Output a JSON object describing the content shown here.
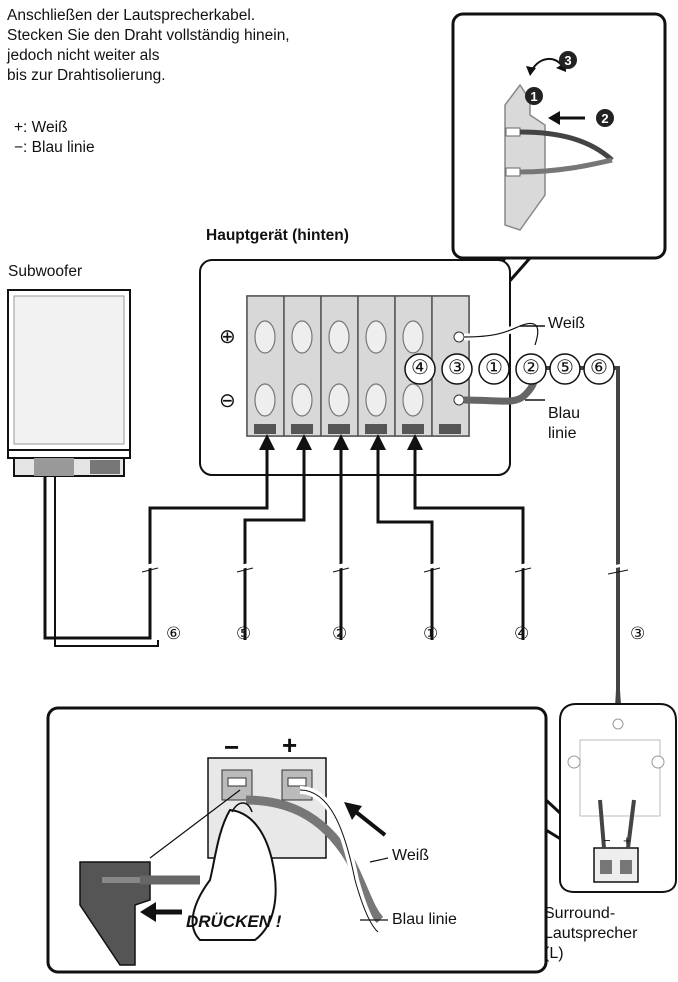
{
  "instructions": {
    "line1": "Anschließen der Lautsprecherkabel.",
    "line2": "Stecken Sie den Draht vollständig hinein,",
    "line3": "jedoch nicht weiter als",
    "line4": "bis zur Drahtisolierung.",
    "plus_legend": "+: Weiß",
    "minus_legend": "−: Blau linie"
  },
  "main_unit": {
    "title": "Hauptgerät (hinten)",
    "plus_symbol": "⊕",
    "minus_symbol": "⊖",
    "terminal_numbers": [
      "④",
      "③",
      "①",
      "②",
      "⑤",
      "⑥"
    ],
    "white_label": "Weiß",
    "blue_label_1": "Blau",
    "blue_label_2": "linie"
  },
  "subwoofer": {
    "label": "Subwoofer"
  },
  "cables": {
    "labels": [
      "⑥",
      "⑤",
      "②",
      "①",
      "④",
      "③"
    ]
  },
  "inset_steps": {
    "step1": "1",
    "step2": "2",
    "step3": "3"
  },
  "speaker_detail": {
    "minus_sign": "−",
    "plus_sign": "+",
    "white_label": "Weiß",
    "blue_label": "Blau linie",
    "press_label": "DRÜCKEN !"
  },
  "surround": {
    "line1": "Surround-",
    "line2": "Lautsprecher",
    "line3": "(L)",
    "minus": "−",
    "plus": "+"
  }
}
